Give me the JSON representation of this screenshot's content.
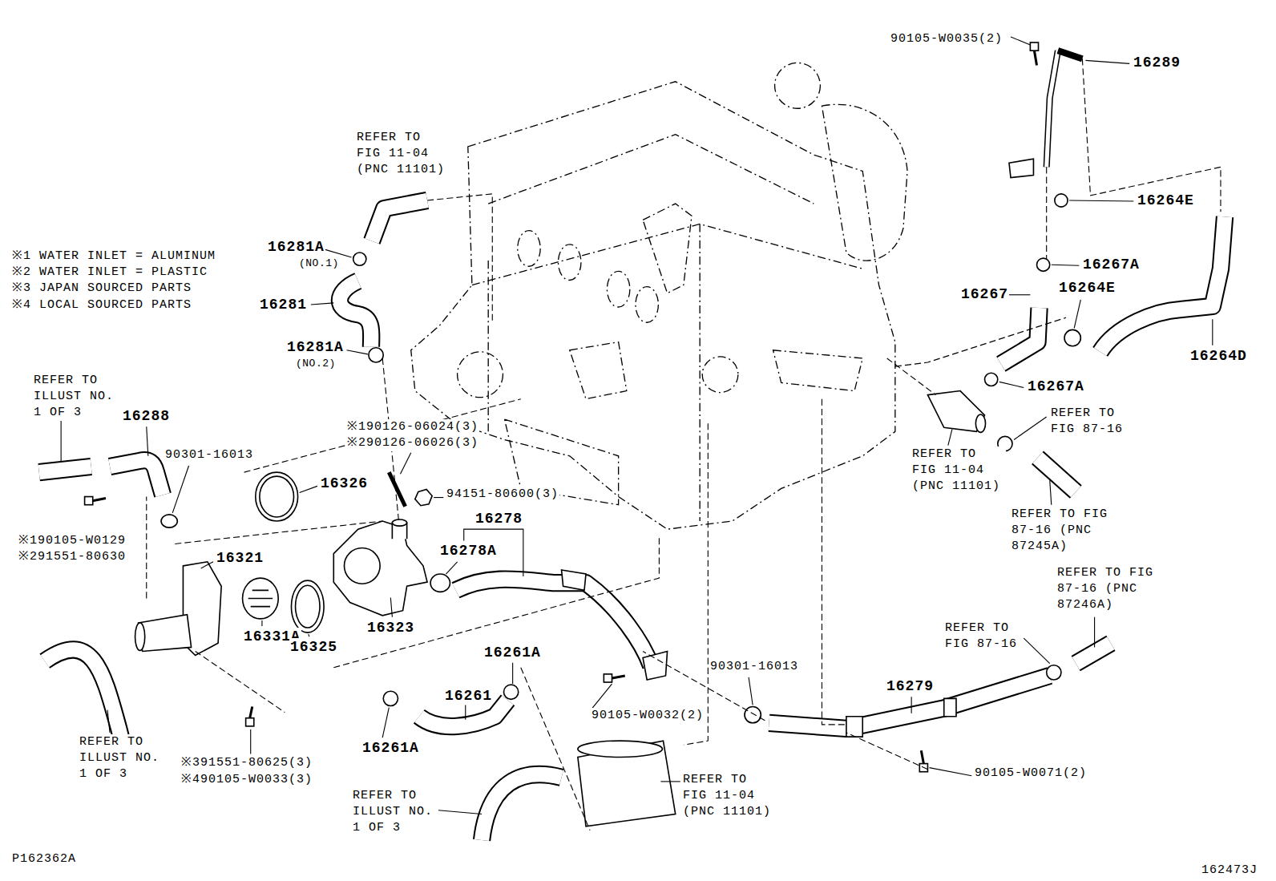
{
  "diagram": {
    "labels": [
      "90105-W0035(2)",
      "16289",
      "REFER TO FIG 11-04 (PNC 11101)",
      "16264E",
      "※1 WATER INLET = ALUMINUM",
      "※2 WATER INLET = PLASTIC",
      "※3 JAPAN SOURCED PARTS",
      "※4 LOCAL SOURCED PARTS",
      "16281A",
      "(NO.1)",
      "16267A",
      "16267",
      "16264E",
      "16281",
      "16281A",
      "(NO.2)",
      "16264D",
      "REFER TO ILLUST NO. 1 OF 3",
      "16267A",
      "16288",
      "REFER TO FIG 87-16",
      "※190126-06024(3)",
      "※290126-06026(3)",
      "REFER TO FIG 11-04 (PNC 11101)",
      "90301-16013",
      "16326",
      "94151-80600(3)",
      "REFER TO FIG 87-16 (PNC 87245A)",
      "16278",
      "※190105-W0129",
      "※291551-80630",
      "16278A",
      "16321",
      "REFER TO FIG 87-16 (PNC 87246A)",
      "16323",
      "REFER TO FIG 87-16",
      "16331A",
      "16325",
      "16261A",
      "90301-16013",
      "16279",
      "16261",
      "90105-W0032(2)",
      "REFER TO ILLUST NO. 1 OF 3",
      "16261A",
      "※391551-80625(3)",
      "90105-W0071(2)",
      "REFER TO FIG 11-04 (PNC 11101)",
      "※490105-W0033(3)",
      "REFER TO ILLUST NO. 1 OF 3",
      "P162362A",
      "162473J"
    ]
  }
}
